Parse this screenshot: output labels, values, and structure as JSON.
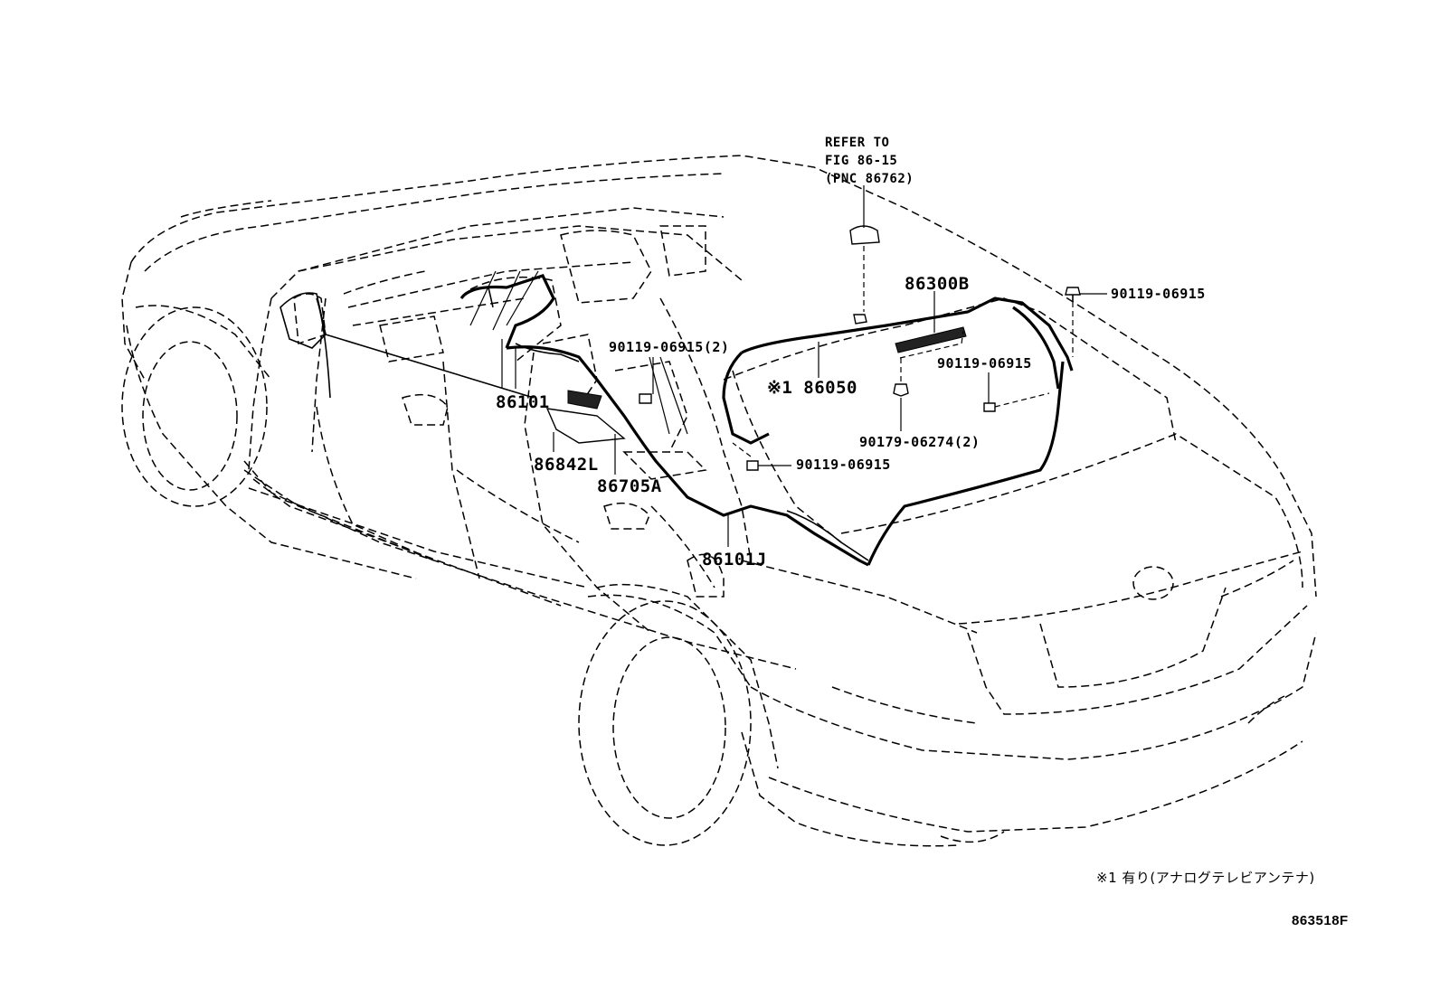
{
  "refer": {
    "line1": "REFER TO",
    "line2": "FIG 86-15",
    "line3": "(PNC 86762)"
  },
  "labels": {
    "p86300B": "86300B",
    "p90119_top_right": "90119-06915",
    "p90119_2": "90119-06915(2)",
    "p86050": "※1 86050",
    "p90119_mid_right": "90119-06915",
    "p86101": "86101",
    "p90179": "90179-06274(2)",
    "p90119_lower": "90119-06915",
    "p86842L": "86842L",
    "p86705A": "86705A",
    "p86101J": "86101J"
  },
  "footnote": "※1 有り(アナログテレビアンテナ)",
  "diagram_code": "863518F"
}
